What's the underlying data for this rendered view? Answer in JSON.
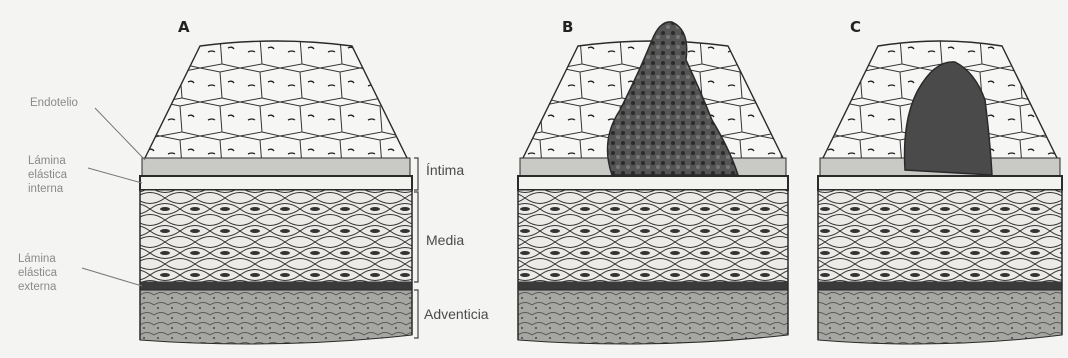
{
  "panels": [
    {
      "letter": "A"
    },
    {
      "letter": "B"
    },
    {
      "letter": "C"
    }
  ],
  "labels_left": {
    "endotelio": "Endotelio",
    "lamina_interna": [
      "Lámina",
      "elástica",
      "interna"
    ],
    "lamina_externa": [
      "Lámina",
      "elástica",
      "externa"
    ]
  },
  "layers": {
    "intima": "Íntima",
    "media": "Media",
    "adventicia": "Adventicia"
  },
  "colors": {
    "line": "#2a2a2a",
    "media_fill": "#e8e8e6",
    "adventitia_fill": "#9a9a98",
    "thrombus": "#4a4a4a",
    "background": "#f4f4f2"
  }
}
